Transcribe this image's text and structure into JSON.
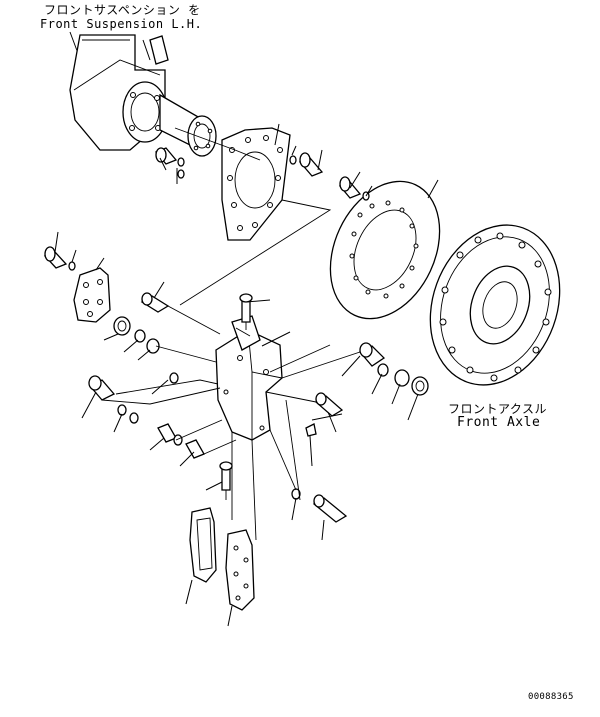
{
  "labels": {
    "top_jp": "フロントサスペンション を",
    "top_en": "Front Suspension L.H.",
    "axle_jp": "フロントアクスル",
    "axle_en": "Front Axle",
    "doc_number": "00088365"
  }
}
